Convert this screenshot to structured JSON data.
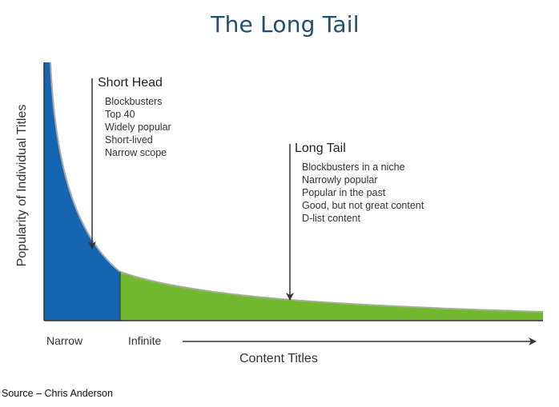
{
  "title": "The Long Tail",
  "y_axis_label": "Popularity of Individual Titles",
  "x_axis_label": "Content Titles",
  "short_head": {
    "heading": "Short Head",
    "items": [
      "Blockbusters",
      "Top 40",
      "Widely popular",
      "Short-lived",
      "Narrow scope"
    ],
    "color": "#1565b0"
  },
  "long_tail": {
    "heading": "Long Tail",
    "items": [
      "Blockbusters in a niche",
      "Narrowly popular",
      "Popular in the past",
      "Good, but not great content",
      "D-list content"
    ],
    "color": "#72b82e"
  },
  "x_labels": {
    "narrow": "Narrow",
    "infinite": "Infinite"
  },
  "source": "Source – Chris Anderson",
  "colors": {
    "title": "#1f4e79",
    "curve_outline": "#a8a8a8",
    "axes": "#333333"
  }
}
